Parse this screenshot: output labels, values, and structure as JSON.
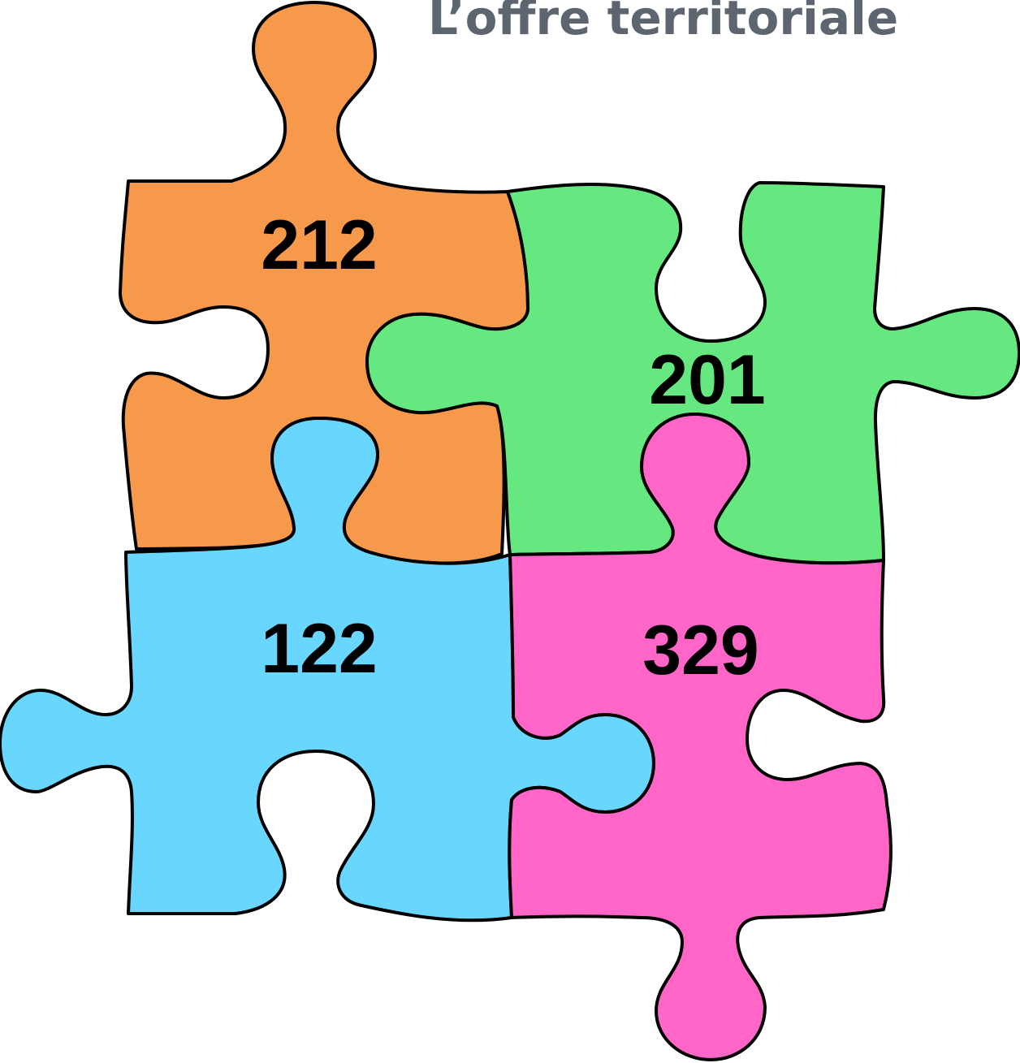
{
  "title": "L’offre territoriale",
  "pieces": {
    "orange": {
      "value": "212",
      "color": "#f6994a"
    },
    "green": {
      "value": "201",
      "color": "#66e880"
    },
    "blue": {
      "value": "122",
      "color": "#68d6fd"
    },
    "pink": {
      "value": "329",
      "color": "#ff66c8"
    }
  }
}
